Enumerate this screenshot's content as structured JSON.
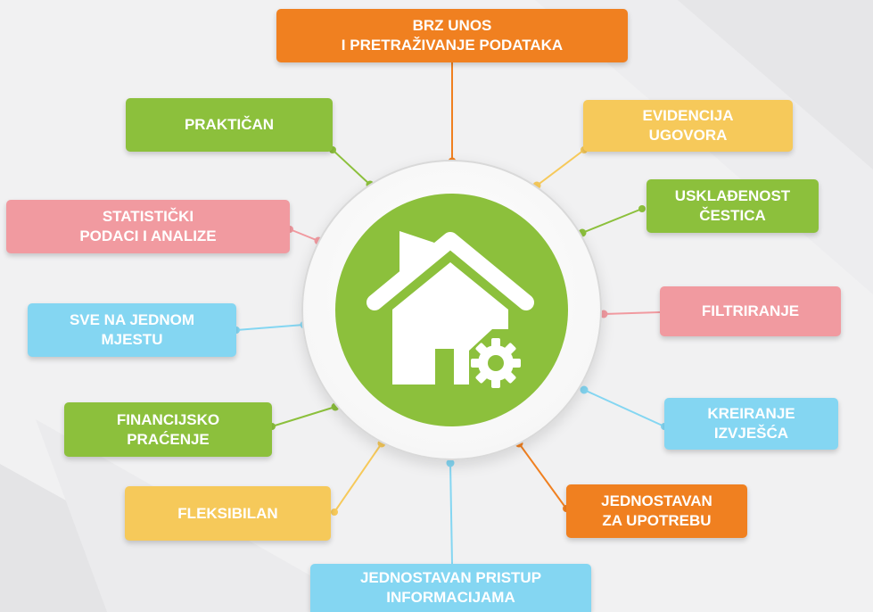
{
  "labels": {
    "brz_unos": [
      "BRZ UNOS",
      "I PRETRAŽIVANJE PODATAKA"
    ],
    "evidencija": [
      "EVIDENCIJA",
      "UGOVORA"
    ],
    "uskladenost": [
      "USKLAĐENOST",
      "ČESTICA"
    ],
    "filtriranje": [
      "FILTRIRANJE"
    ],
    "kreiranje": [
      "KREIRANJE",
      "IZVJEŠĆA"
    ],
    "jednostavan_upotreba": [
      "JEDNOSTAVAN",
      "ZA UPOTREBU"
    ],
    "pristup": [
      "JEDNOSTAVAN PRISTUP",
      "INFORMACIJAMA"
    ],
    "fleksibilan": [
      "FLEKSIBILAN"
    ],
    "financijsko": [
      "FINANCIJSKO",
      "PRAĆENJE"
    ],
    "sve_na_jednom": [
      "SVE NA JEDNOM",
      "MJESTU"
    ],
    "statisticki": [
      "STATISTIČKI",
      "PODACI I ANALIZE"
    ],
    "praktican": [
      "PRAKTIČAN"
    ]
  },
  "colors": {
    "orange": "#f08020",
    "green": "#8cc03c",
    "yellow": "#f6c95a",
    "pink": "#f19aa0",
    "blue": "#84d6f2"
  },
  "center_icon": "house-gear-icon"
}
